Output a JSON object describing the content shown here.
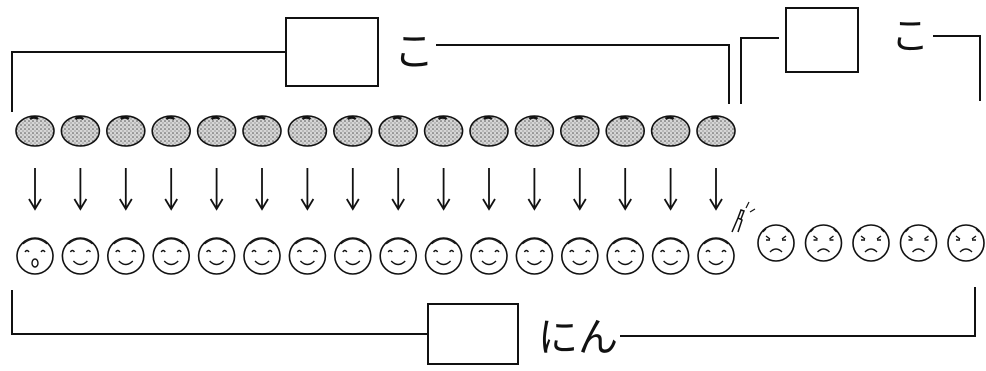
{
  "diagram": {
    "mikan_count": 16,
    "happy_child_count": 16,
    "sad_child_count": 5,
    "pointer_on_child_index": 15,
    "labels": {
      "top_left_unit": "こ",
      "top_right_unit": "こ",
      "bottom_unit": "にん"
    },
    "answer_boxes": {
      "top_left": "",
      "top_right": "",
      "bottom": ""
    },
    "colors": {
      "ink": "#111111",
      "fruit_fill": "#bdbdbd",
      "background": "#ffffff"
    }
  }
}
